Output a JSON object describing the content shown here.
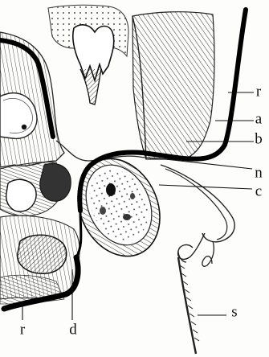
{
  "figure": {
    "labels": {
      "r_top": "r",
      "a": "a",
      "b": "b",
      "n": "n",
      "c": "c",
      "s": "s",
      "r_bottom": "r",
      "d": "d"
    }
  }
}
